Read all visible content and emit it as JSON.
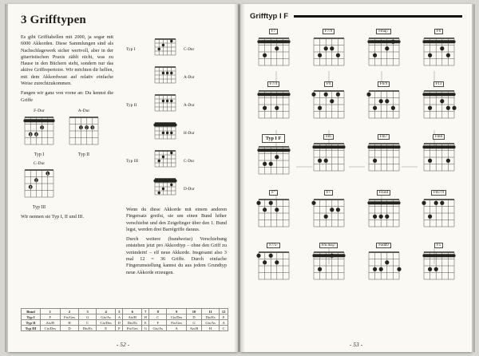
{
  "spread": {
    "left": {
      "title": "3 Grifftypen",
      "paragraphs_col1": [
        "Es gibt Grifftabellen mit 2000, ja sogar mit 6000 Akkorden. Diese Sammlungen sind als Nachschlagewerk sicher wertvoll, aber in der gitarristischen Praxis zählt nicht, was zu Hause in den Büchern steht, sondern nur das aktive Griffrepertoire. Wir möchten dir helfen, mit dem Akkordwust auf relativ einfache Weise zurechtzukommen.",
        "Fangen wir ganz von vorne an: Du kennst die Griffe"
      ],
      "known_chords": [
        {
          "name": "F-Dur",
          "typ": "Typ I",
          "barre": 1,
          "dots": [
            [
              2,
              3,
              "3"
            ],
            [
              3,
              3,
              "4"
            ],
            [
              4,
              2,
              "2"
            ]
          ]
        },
        {
          "name": "A-Dur",
          "typ": "Typ II",
          "dots": [
            [
              3,
              2,
              "1"
            ],
            [
              4,
              2,
              "2"
            ],
            [
              5,
              2,
              "3"
            ]
          ]
        },
        {
          "name": "C-Dur",
          "typ": "Typ III",
          "dots": [
            [
              2,
              3,
              "3"
            ],
            [
              3,
              2,
              "2"
            ],
            [
              5,
              1,
              "1"
            ]
          ]
        }
      ],
      "naming_line": "Wir nennen sie Typ I, II und III.",
      "small_diagrams": [
        {
          "typ": "Typ I",
          "label": "C-Dur",
          "dots": [
            [
              2,
              3
            ],
            [
              3,
              2
            ],
            [
              5,
              1
            ]
          ]
        },
        {
          "typ": "",
          "label": "A-Dur",
          "dots": [
            [
              3,
              2
            ],
            [
              4,
              2
            ],
            [
              5,
              2
            ]
          ]
        },
        {
          "typ": "Typ II",
          "label": "A-Dur",
          "dots": [
            [
              3,
              2
            ],
            [
              4,
              2
            ],
            [
              5,
              2
            ]
          ]
        },
        {
          "typ": "",
          "label": "H-Dur",
          "barre": 1,
          "dots": [
            [
              3,
              3
            ],
            [
              4,
              3
            ],
            [
              5,
              3
            ]
          ]
        },
        {
          "typ": "Typ III",
          "label": "C-Dur",
          "dots": [
            [
              2,
              3
            ],
            [
              3,
              2
            ],
            [
              5,
              1
            ]
          ]
        },
        {
          "typ": "",
          "label": "D-Dur",
          "barre": 1,
          "dots": [
            [
              2,
              4
            ],
            [
              3,
              3
            ],
            [
              5,
              2
            ]
          ]
        }
      ],
      "paragraphs_col2": [
        "Wenn du diese Akkorde mit einem anderen Fingersatz greifst, sie um einen Bund höher verschiebst und den Zeigefinger über den 1. Bund legst, werden drei Barrégriffe daraus.",
        "Durch weitere (bundweise) Verschiebung entstehen jetzt pro Akkordtyp – ohne den Griff zu verändern! – elf neue Akkorde. Insgesamt also 3 mal 12 = 36 Griffe. Durch einfache Fingerumstellung kannst du aus jedem Grundtyp neue Akkorde erzeugen."
      ],
      "table": {
        "corner": "Bund",
        "cols": [
          "1",
          "2",
          "3",
          "4",
          "5",
          "6",
          "7",
          "8",
          "9",
          "10",
          "11",
          "12"
        ],
        "rows": [
          {
            "label": "Typ I",
            "cells": [
              "F",
              "Fis/Ges",
              "G",
              "Gis/As",
              "A",
              "Ais/B",
              "H",
              "C",
              "Cis/Des",
              "D",
              "Dis/Es",
              "E"
            ]
          },
          {
            "label": "Typ II",
            "cells": [
              "Ais/B",
              "H",
              "C",
              "Cis/Des",
              "D",
              "Dis/Es",
              "E",
              "F",
              "Fis/Ges",
              "G",
              "Gis/As",
              "A"
            ]
          },
          {
            "label": "Typ III",
            "cells": [
              "Cis/Des",
              "D",
              "Dis/Es",
              "E",
              "F",
              "Fis/Ges",
              "G",
              "Gis/As",
              "A",
              "Ais/B",
              "H",
              "C"
            ]
          }
        ]
      },
      "page_number": "- 52 -"
    },
    "right": {
      "header": "Grifftyp I F",
      "diagrams": [
        {
          "label": "F7",
          "barre": 1,
          "dots": [
            [
              2,
              3
            ],
            [
              4,
              2
            ]
          ]
        },
        {
          "label": "F7/9",
          "dots": [
            [
              2,
              3
            ],
            [
              3,
              2
            ],
            [
              4,
              2
            ],
            [
              5,
              3
            ]
          ]
        },
        {
          "label": "Fmaj7",
          "barre": 1,
          "dots": [
            [
              2,
              3
            ],
            [
              4,
              2
            ],
            [
              5,
              1
            ]
          ]
        },
        {
          "label": "F6",
          "barre": 1,
          "dots": [
            [
              2,
              3
            ],
            [
              4,
              2
            ],
            [
              5,
              3
            ]
          ]
        },
        {
          "label": "F7/4",
          "barre": 1,
          "dots": [
            [
              2,
              3
            ],
            [
              4,
              3
            ]
          ]
        },
        {
          "label": "F9",
          "dots": [
            [
              1,
              1
            ],
            [
              2,
              3
            ],
            [
              3,
              1
            ],
            [
              4,
              2
            ],
            [
              5,
              1
            ]
          ]
        },
        {
          "label": "F6/9",
          "dots": [
            [
              1,
              1
            ],
            [
              2,
              3
            ],
            [
              3,
              2
            ],
            [
              4,
              2
            ],
            [
              5,
              3
            ]
          ]
        },
        {
          "label": "F13",
          "barre": 1,
          "dots": [
            [
              2,
              3
            ],
            [
              4,
              2
            ],
            [
              5,
              3
            ],
            [
              6,
              3
            ]
          ]
        },
        {
          "label": "F",
          "prefix": "Typ I",
          "main": true,
          "barre": 1,
          "dots": [
            [
              2,
              3
            ],
            [
              3,
              3
            ],
            [
              4,
              2
            ]
          ]
        },
        {
          "label": "Fm",
          "barre": 1,
          "dots": [
            [
              2,
              3
            ],
            [
              3,
              3
            ]
          ]
        },
        {
          "label": "Fm7",
          "barre": 1,
          "dots": [
            [
              2,
              3
            ]
          ]
        },
        {
          "label": "Fm6",
          "barre": 1,
          "dots": [
            [
              2,
              3
            ],
            [
              5,
              3
            ]
          ]
        },
        {
          "label": "F°",
          "dots": [
            [
              1,
              1
            ],
            [
              2,
              2
            ],
            [
              3,
              1
            ],
            [
              4,
              2
            ]
          ]
        },
        {
          "label": "F+",
          "dots": [
            [
              1,
              1
            ],
            [
              3,
              3
            ],
            [
              4,
              2
            ],
            [
              5,
              2
            ]
          ]
        },
        {
          "label": "Fsus4",
          "barre": 1,
          "dots": [
            [
              2,
              3
            ],
            [
              3,
              3
            ],
            [
              4,
              3
            ]
          ]
        },
        {
          "label": "Fm7/9",
          "dots": [
            [
              1,
              1
            ],
            [
              2,
              3
            ],
            [
              3,
              1
            ],
            [
              4,
              1
            ]
          ]
        },
        {
          "label": "F7/5-",
          "dots": [
            [
              1,
              1
            ],
            [
              2,
              2
            ],
            [
              3,
              1
            ],
            [
              4,
              2
            ]
          ]
        },
        {
          "label": "Fm maj7",
          "barre": 1,
          "dots": [
            [
              2,
              3
            ],
            [
              4,
              1
            ]
          ]
        },
        {
          "label": "Fadd9",
          "dots": [
            [
              2,
              3
            ],
            [
              3,
              3
            ],
            [
              4,
              2
            ],
            [
              6,
              3
            ]
          ]
        },
        {
          "label": "F5",
          "barre": 1,
          "dots": [
            [
              2,
              3
            ],
            [
              3,
              3
            ]
          ]
        }
      ],
      "page_number": "- 53 -"
    }
  }
}
